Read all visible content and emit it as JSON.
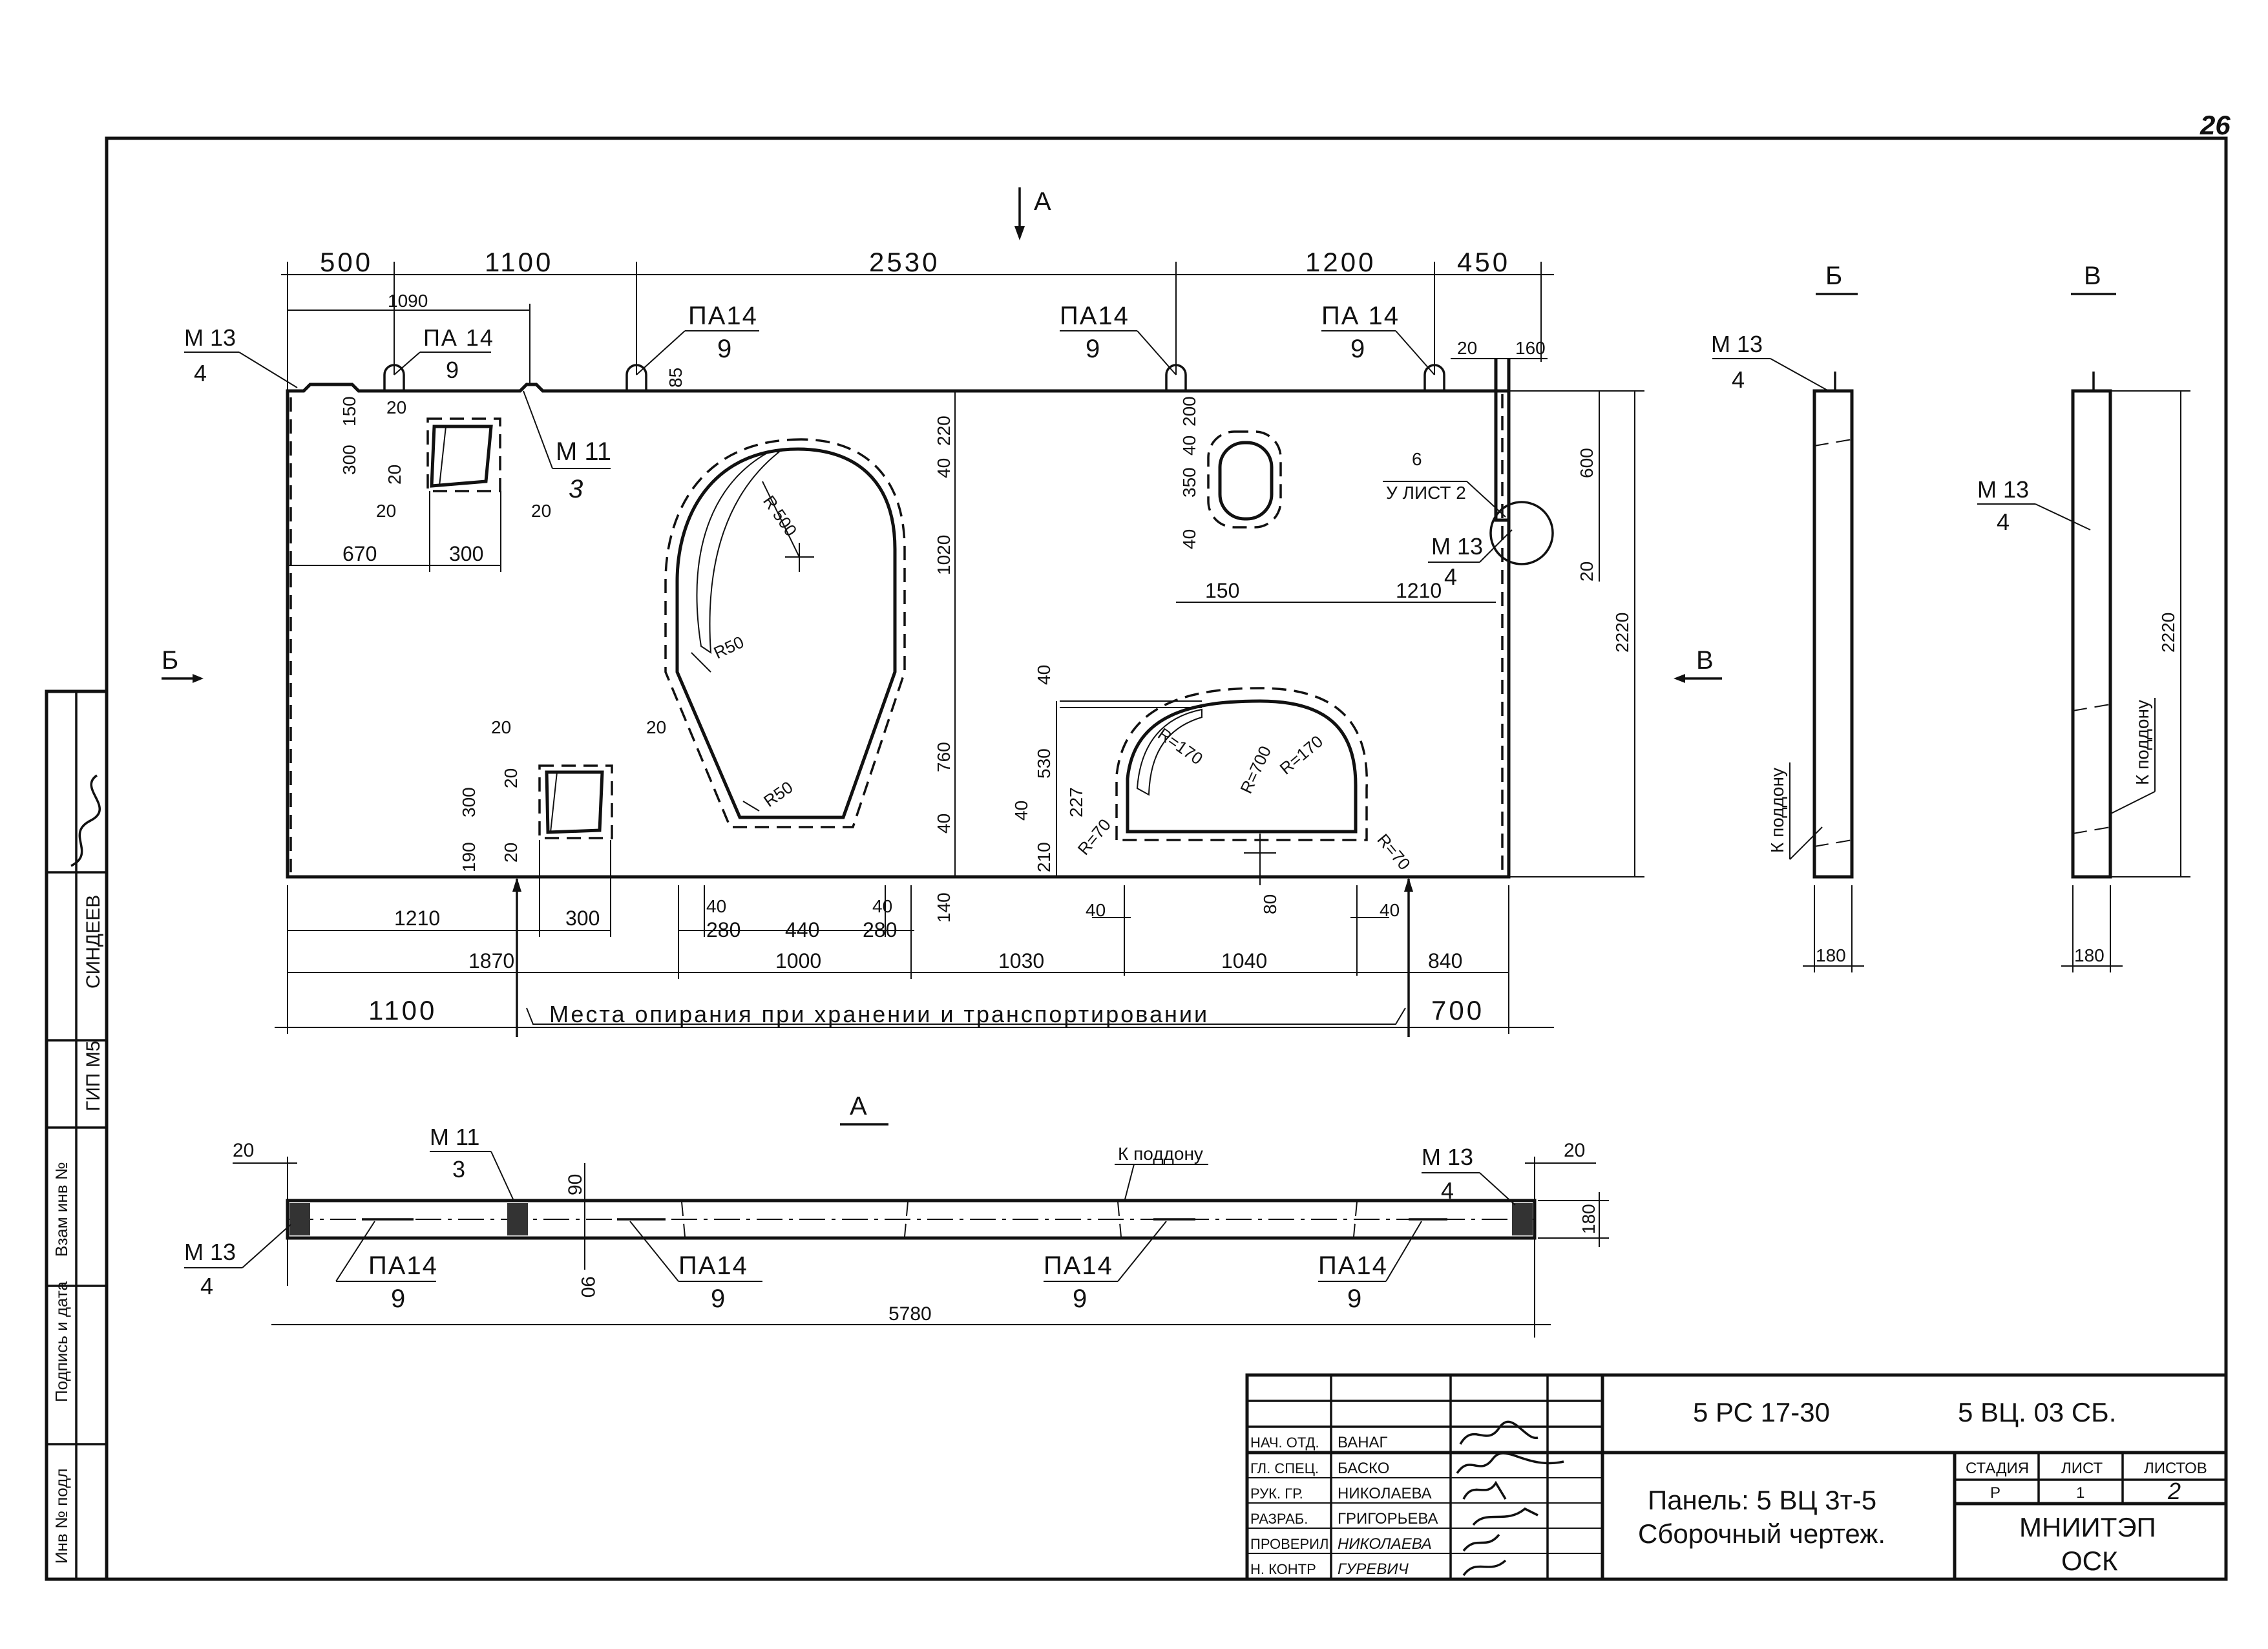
{
  "sheet_number": "26",
  "views": {
    "section_A_top": "А",
    "view_B": "Б",
    "view_V": "В",
    "view_A": "А"
  },
  "main_view": {
    "dims_top": [
      "500",
      "1100",
      "2530",
      "1200",
      "450"
    ],
    "dim_1090": "1090",
    "dims_corner_right": [
      "20",
      "160"
    ],
    "dims_right": [
      "220",
      "40",
      "1020",
      "760",
      "40",
      "140",
      "2220",
      "600",
      "20"
    ],
    "dims_left_hole": [
      "150",
      "20",
      "300",
      "20",
      "20",
      "20",
      "670",
      "300"
    ],
    "dims_lower_hole": [
      "20",
      "20",
      "300",
      "20",
      "190",
      "20",
      "1210",
      "300"
    ],
    "dims_middle": [
      "200",
      "40",
      "350",
      "40",
      "150",
      "1210"
    ],
    "dims_arch": [
      "40",
      "530",
      "227",
      "40",
      "210",
      "80"
    ],
    "radii": [
      "R 500",
      "R50",
      "R50",
      "R=170",
      "R=700",
      "R=170",
      "R=70",
      "R=70"
    ],
    "dims_bottom_1": [
      "40",
      "280",
      "440",
      "280",
      "40",
      "40",
      "40"
    ],
    "dims_bottom_2": [
      "1870",
      "1000",
      "1030",
      "1040",
      "840"
    ],
    "dims_bottom_3": [
      "1100",
      "700"
    ],
    "dim_85": "85",
    "support_note": "Места опирания при хранении и транспортировании",
    "callouts": {
      "m13_top": {
        "name": "М 13",
        "num": "4"
      },
      "pa14_1": {
        "name": "ПА 14",
        "num": "9"
      },
      "pa14_2": {
        "name": "ПА14",
        "num": "9"
      },
      "pa14_3": {
        "name": "ПА14",
        "num": "9"
      },
      "pa14_4": {
        "name": "ПА 14",
        "num": "9"
      },
      "m11": {
        "name": "М 11",
        "num": "3"
      },
      "node_ref": {
        "name": "6",
        "num": "У ЛИСТ 2"
      },
      "m13_node": {
        "name": "М 13",
        "num": "4"
      }
    }
  },
  "side_views": {
    "b_callout": {
      "name": "М 13",
      "num": "4"
    },
    "v_callout": {
      "name": "М 13",
      "num": "4"
    },
    "to_pallet": "К поддону",
    "width": "180",
    "height": "2220"
  },
  "plan_view": {
    "dim_20_left": "20",
    "dim_20_right": "20",
    "dim_90_top": "90",
    "dim_90_bot": "90",
    "dim_180": "180",
    "length": "5780",
    "to_pallet": "К поддону",
    "callouts": {
      "m11": {
        "name": "М 11",
        "num": "3"
      },
      "m13_right": {
        "name": "М 13",
        "num": "4"
      },
      "m13_left": {
        "name": "М 13",
        "num": "4"
      },
      "pa14_1": {
        "name": "ПА14",
        "num": "9"
      },
      "pa14_2": {
        "name": "ПА14",
        "num": "9"
      },
      "pa14_3": {
        "name": "ПА14",
        "num": "9"
      },
      "pa14_4": {
        "name": "ПА14",
        "num": "9"
      }
    }
  },
  "left_strip": [
    "Инв № подл",
    "Подпись и дата",
    "Взам инв №",
    "ГИП М5",
    "СИНДЕЕВ"
  ],
  "title_block": {
    "doc_code": "5 РС 17-30",
    "drawing_code": "5 ВЦ. 03 СБ.",
    "title_line1": "Панель: 5 ВЦ 3т-5",
    "title_line2": "Сборочный чертеж.",
    "org_line1": "МНИИТЭП",
    "org_line2": "ОСК",
    "stage_header": "СТАДИЯ",
    "sheet_header": "ЛИСТ",
    "sheets_header": "ЛИСТОВ",
    "stage": "Р",
    "sheet": "1",
    "sheets": "2",
    "roles": [
      {
        "role": "НАЧ. ОТД.",
        "name": "ВАНАГ"
      },
      {
        "role": "ГЛ. СПЕЦ.",
        "name": "БАСКО"
      },
      {
        "role": "РУК. ГР.",
        "name": "НИКОЛАЕВА"
      },
      {
        "role": "РАЗРАБ.",
        "name": "ГРИГОРЬЕВА"
      },
      {
        "role": "ПРОВЕРИЛ",
        "name": "НИКОЛАЕВА"
      },
      {
        "role": "Н. КОНТР",
        "name": "ГУРЕВИЧ"
      }
    ]
  }
}
